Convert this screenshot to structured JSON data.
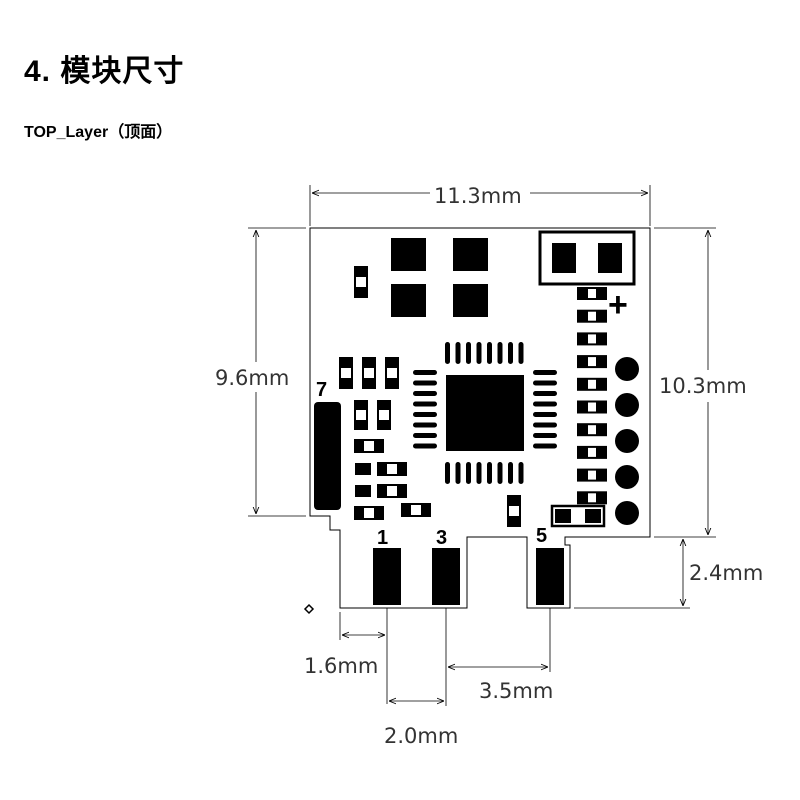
{
  "heading": {
    "section_title": "4.  模块尺寸",
    "layer_title": "TOP_Layer（顶面）"
  },
  "dimensions": {
    "board_width": "11.3mm",
    "board_height": "9.6mm",
    "total_height": "10.3mm",
    "tab_height": "2.4mm",
    "edge_offset": "1.6mm",
    "pin_pitch_1_3": "2.0mm",
    "pin_pitch_3_5": "3.5mm"
  },
  "pins": {
    "pin1": "1",
    "pin3": "3",
    "pin5": "5",
    "pin7": "7",
    "plus": "+"
  }
}
